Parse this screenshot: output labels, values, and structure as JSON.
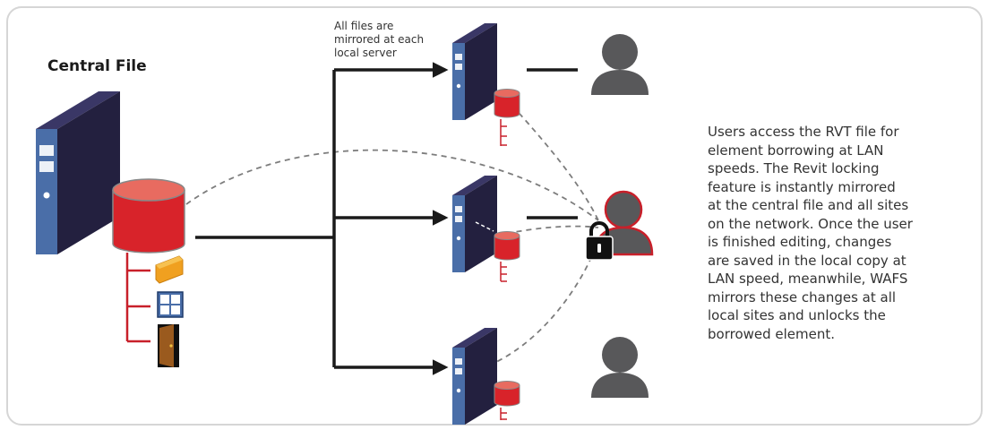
{
  "central_file": {
    "title": "Central File"
  },
  "mirror_note": {
    "lines": [
      "All files are",
      "mirrored at each",
      "local server"
    ]
  },
  "description": {
    "lines": [
      "Users access the RVT file for",
      "element borrowing at LAN",
      "speeds. The Revit locking",
      "feature is instantly mirrored",
      "at the central file and all sites",
      "on the network. Once the user",
      "is finished editing, changes",
      "are saved in the local copy at",
      "LAN speed, meanwhile, WAFS",
      "mirrors these changes at all",
      "local sites and unlocks the",
      "borrowed element."
    ]
  },
  "icons": {
    "central_server": "server-tower-icon",
    "central_database": "database-cylinder-icon",
    "wall_element": "wall-icon",
    "window_element": "window-icon",
    "door_element": "door-icon",
    "local_servers": [
      "server-tower-icon",
      "server-tower-icon",
      "server-tower-icon"
    ],
    "local_databases": [
      "database-cylinder-icon",
      "database-cylinder-icon",
      "database-cylinder-icon"
    ],
    "users": [
      "user-icon",
      "user-icon",
      "user-icon"
    ],
    "lock": "padlock-icon"
  },
  "colors": {
    "server_body": "#23203f",
    "server_panel": "#4a6ea8",
    "database_red": "#d8232a",
    "database_top": "#e86b60",
    "user_gray": "#58585a",
    "highlight_outline": "#c8202a",
    "connector": "#1a1a1a",
    "dashed_link": "#7d7d7d",
    "frame_border": "#d6d6d6"
  }
}
